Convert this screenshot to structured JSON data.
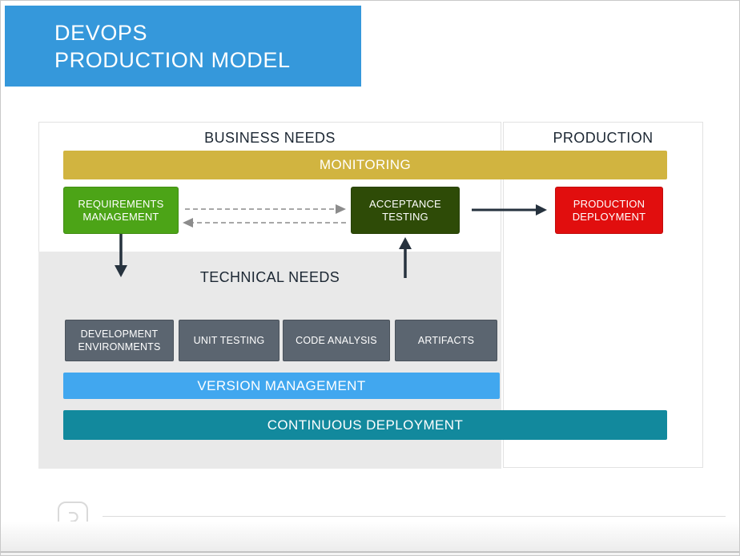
{
  "header": {
    "line1": "DEVOPS",
    "line2": "PRODUCTION MODEL"
  },
  "sections": {
    "business_needs": "BUSINESS NEEDS",
    "production": "PRODUCTION",
    "technical_needs": "TECHNICAL NEEDS"
  },
  "bars": {
    "monitoring": "MONITORING",
    "version_management": "VERSION MANAGEMENT",
    "continuous_deployment": "CONTINUOUS DEPLOYMENT"
  },
  "boxes": {
    "requirements_management": "REQUIREMENTS MANAGEMENT",
    "acceptance_testing": "ACCEPTANCE TESTING",
    "production_deployment": "PRODUCTION DEPLOYMENT",
    "development_environments": "DEVELOPMENT ENVIRONMENTS",
    "unit_testing": "UNIT TESTING",
    "code_analysis": "CODE ANALYSIS",
    "artifacts": "ARTIFACTS"
  },
  "colors": {
    "header_blue": "#3598db",
    "monitoring_yellow": "#d1b440",
    "requirements_green": "#4ca417",
    "acceptance_dark_green": "#2e4b07",
    "deployment_red": "#e10e0e",
    "technical_box_gray": "#5b6570",
    "version_blue": "#41a7ef",
    "continuous_teal": "#12899d",
    "technical_panel_gray": "#e9e9e9",
    "heading_text": "#1c2733",
    "solid_arrow": "#26323e",
    "dashed_arrow": "#8c8c8c",
    "panel_border": "#e2e2e2"
  }
}
